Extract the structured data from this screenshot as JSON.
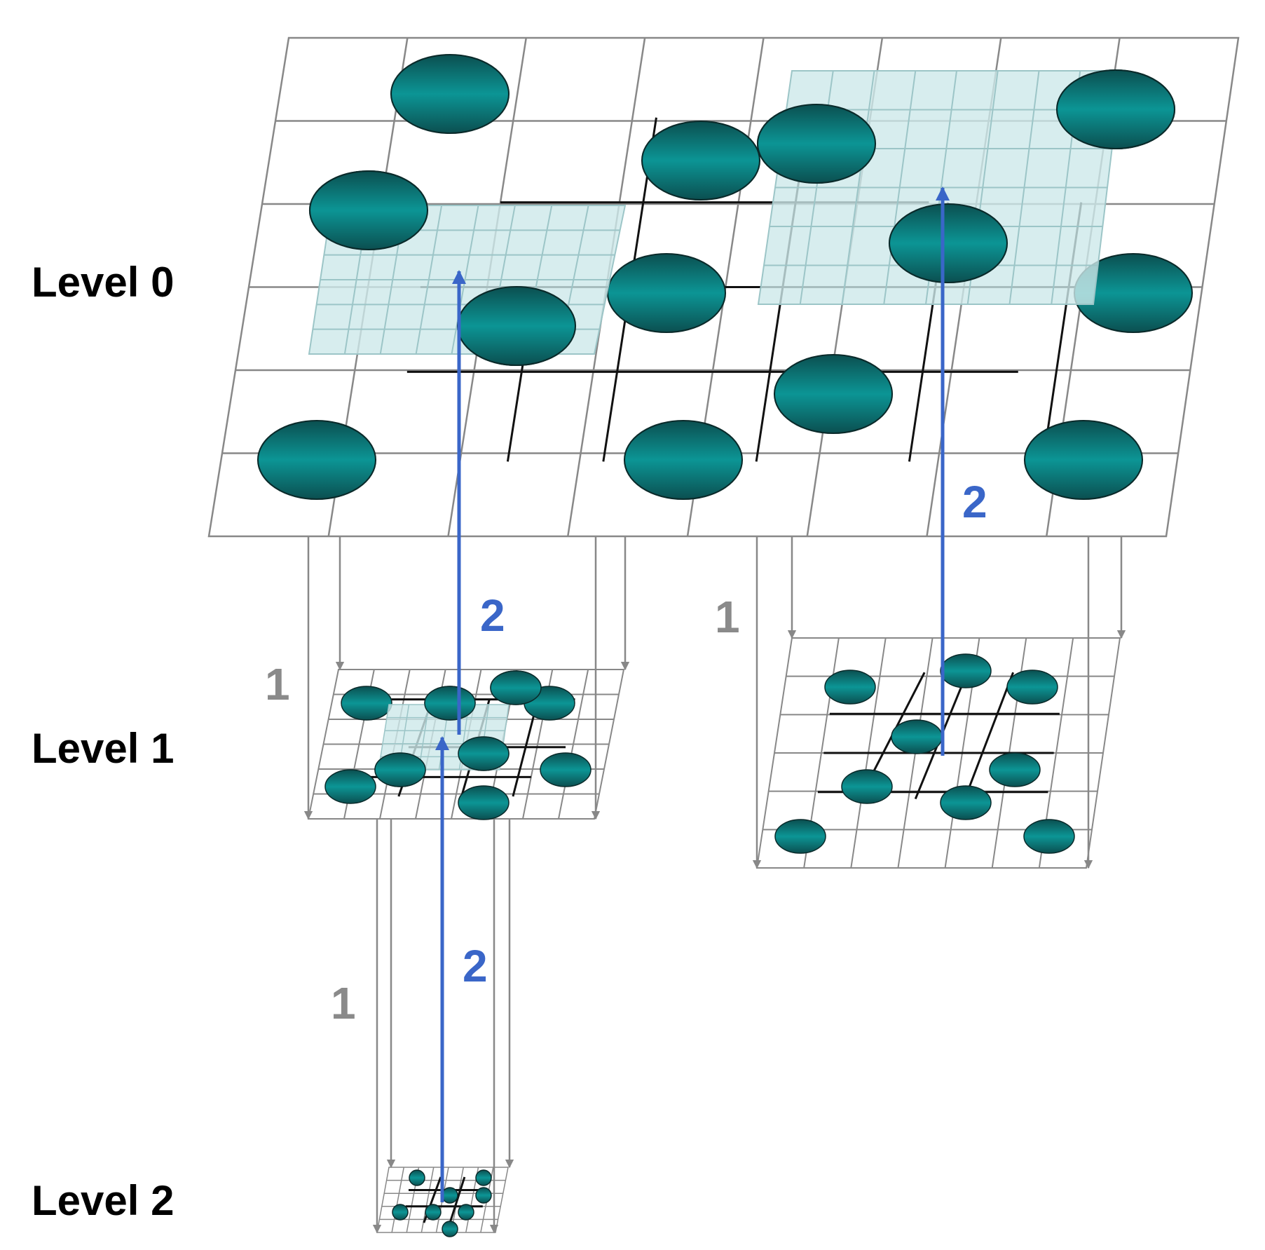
{
  "labels": {
    "level0": "Level  0",
    "level1": "Level  1",
    "level2": "Level  2"
  },
  "numbers": {
    "downsample": "1",
    "upsample": "2"
  },
  "colors": {
    "grid": "#888888",
    "coarse_grid": "#111111",
    "highlight_fill": "#cde9ea",
    "highlight_grid": "#9cc5c7",
    "node_dark": "#0b4f50",
    "node_mid": "#0c9595",
    "down_arrow": "#888888",
    "up_arrow": "#3a66c8",
    "label_gray": "#8a8a8a",
    "label_blue": "#3a66c8"
  }
}
